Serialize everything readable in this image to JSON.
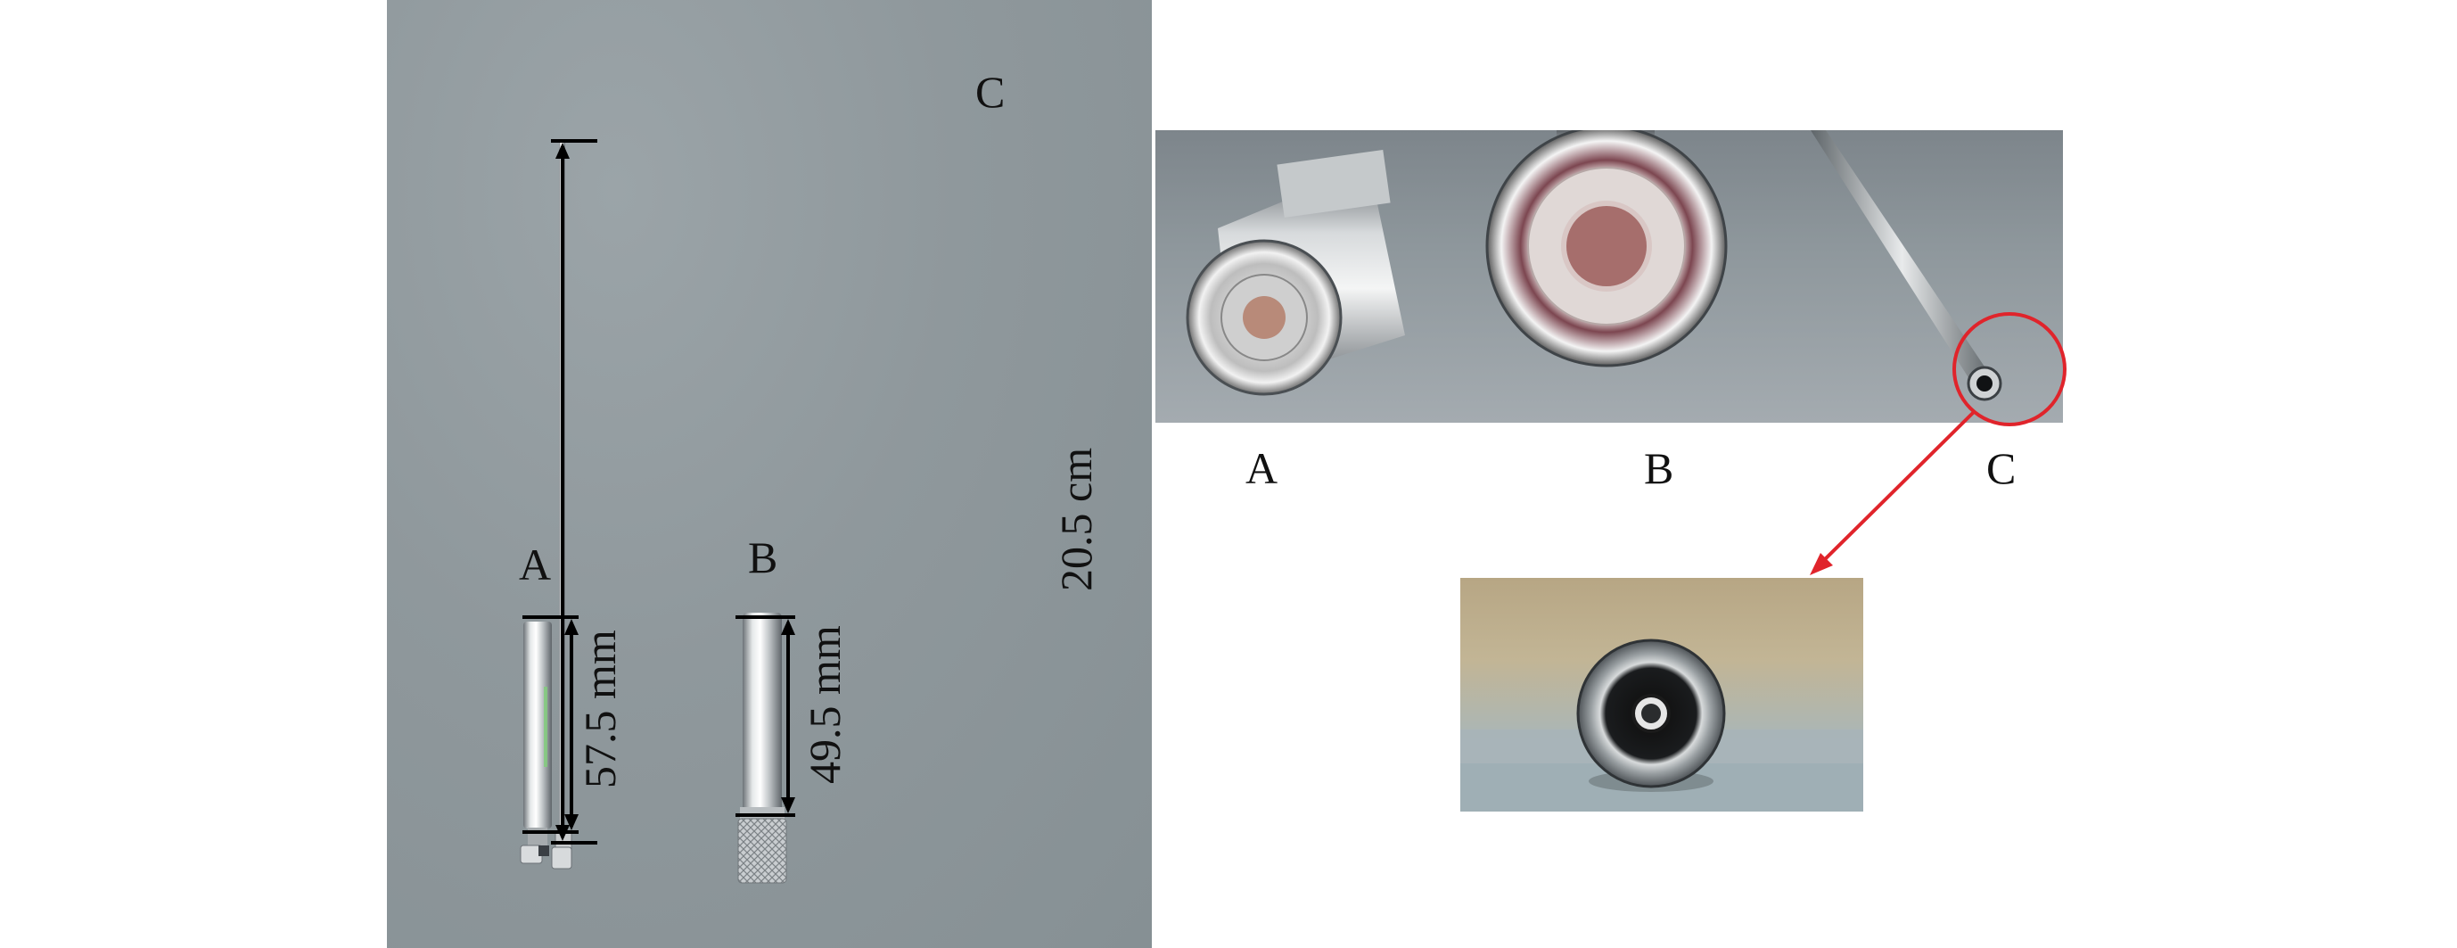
{
  "left_photo": {
    "labels": {
      "a": "A",
      "b": "B",
      "c": "C"
    },
    "measurements": {
      "a": "57.5 mm",
      "b": "49.5 mm",
      "c": "20.5 cm"
    }
  },
  "right_photo": {
    "labels": {
      "a": "A",
      "b": "B",
      "c": "C"
    }
  },
  "colors": {
    "background_gray": "#8f989c",
    "callout_red": "#e0242b",
    "dimension_line": "#000000"
  }
}
